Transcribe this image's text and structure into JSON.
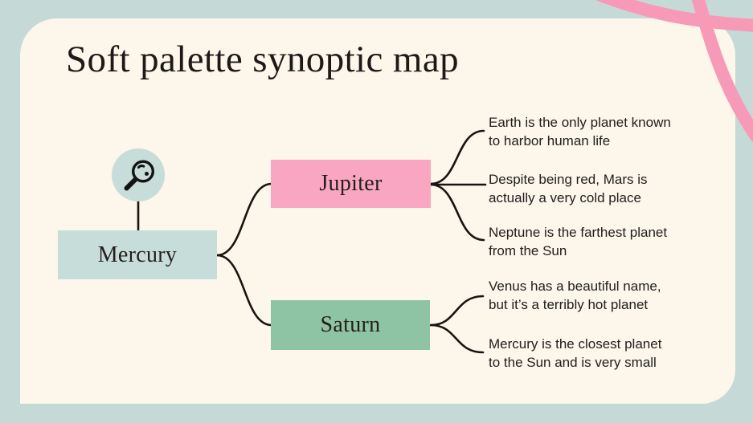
{
  "slide": {
    "title": "Soft palette synoptic map",
    "background_color": "#c5dad6",
    "card_color": "#fdf6ea",
    "line_color": "#171512",
    "decoration_color": "#f79ab8",
    "decoration": "pink-ribbon-squiggle"
  },
  "map": {
    "icon": "magnifier-face-icon",
    "root": {
      "label": "Mercury",
      "color": "#c7ddd9"
    },
    "branches": [
      {
        "label": "Jupiter",
        "color": "#f9a6c2",
        "facts": [
          "Earth is the only planet known\nto harbor human life",
          "Despite being red, Mars is\nactually a very cold place",
          "Neptune is the farthest planet\nfrom the Sun"
        ]
      },
      {
        "label": "Saturn",
        "color": "#8ec3a4",
        "facts": [
          "Venus has a beautiful name,\nbut it’s a terribly hot planet",
          "Mercury is the closest planet\nto the Sun and is very small"
        ]
      }
    ]
  }
}
